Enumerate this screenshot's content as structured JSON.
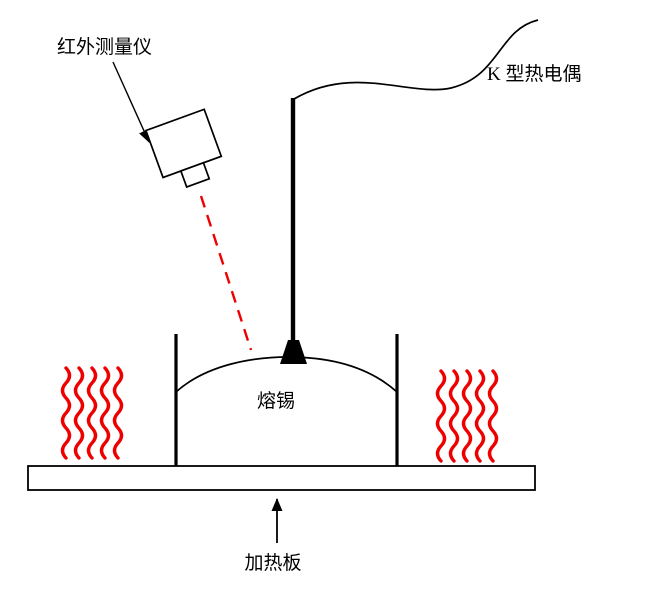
{
  "diagram": {
    "labels": {
      "infrared_meter": "红外测量仪",
      "thermocouple": "K 型热电偶",
      "molten_tin": "熔锡",
      "heating_plate": "加热板"
    },
    "colors": {
      "heat": "#ee0000",
      "laser": "#ee0000",
      "outline": "#000000",
      "background": "#ffffff"
    }
  }
}
